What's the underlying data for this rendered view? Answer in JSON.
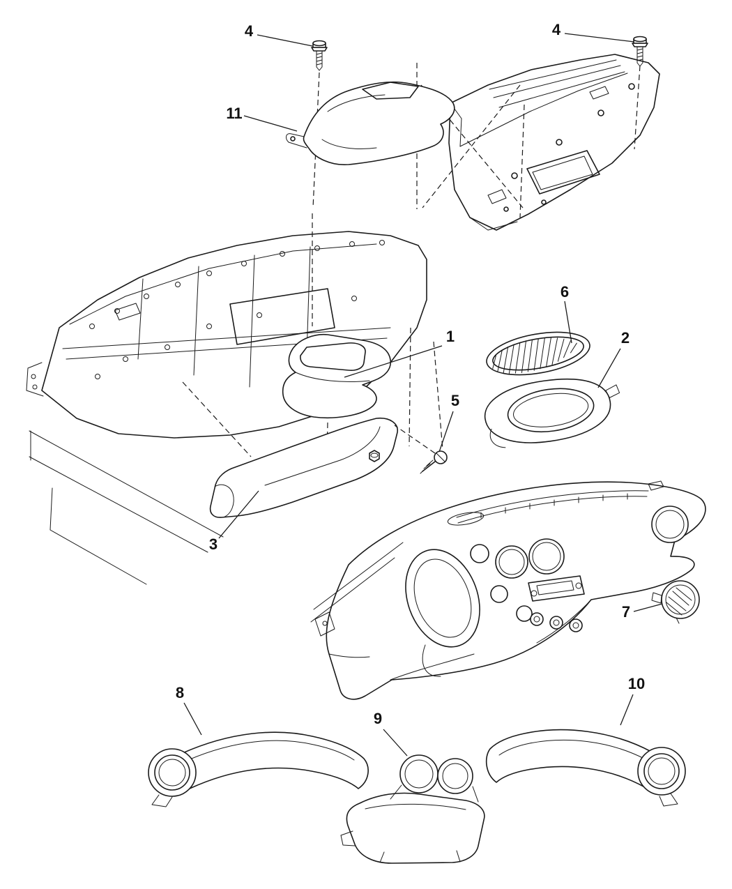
{
  "diagram": {
    "background_color": "#ffffff",
    "line_color": "#1a1a1a",
    "callouts": [
      {
        "label": "1"
      },
      {
        "label": "2"
      },
      {
        "label": "3"
      },
      {
        "label": "4"
      },
      {
        "label": "4"
      },
      {
        "label": "5"
      },
      {
        "label": "6"
      },
      {
        "label": "7"
      },
      {
        "label": "8"
      },
      {
        "label": "9"
      },
      {
        "label": "10"
      },
      {
        "label": "11"
      }
    ]
  }
}
